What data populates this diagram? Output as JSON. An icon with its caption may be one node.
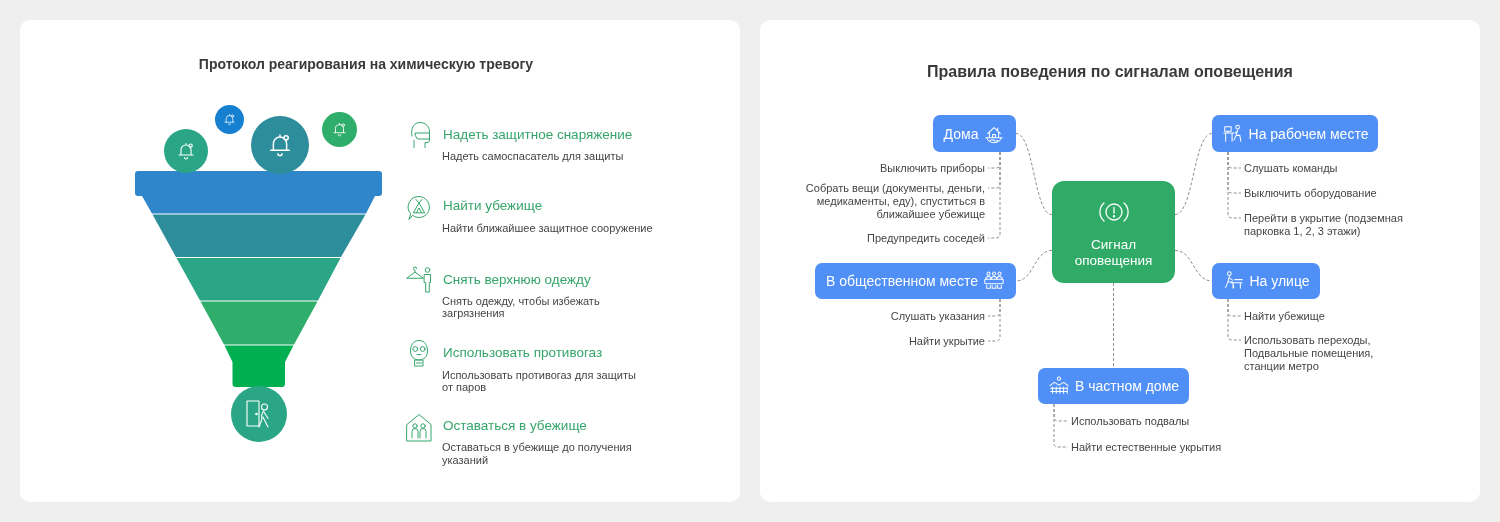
{
  "diagram": {
    "nodes": [
      {
        "text": [
          "Протокол реагирования на химическую тревогу"
        ]
      },
      {
        "text": [
          "Правила поведения по сигналам оповещения"
        ]
      },
      {
        "text": [
          "Сигнал оповещения"
        ],
        "in": 1
      },
      {
        "text": [
          "Дома"
        ],
        "in": 1
      },
      {
        "text": [
          "Выключить приборы"
        ],
        "in": 1
      },
      {
        "text": [
          "Собрать вещи (документы, деньги, медикаменты, еду), спуститься в ближайшее убежище"
        ],
        "in": 1
      },
      {
        "text": [
          "Предупредить соседей"
        ],
        "in": 1
      },
      {
        "text": [
          "В общественном месте"
        ],
        "in": 1
      },
      {
        "text": [
          "Слушать указания"
        ],
        "in": 1
      },
      {
        "text": [
          "Найти укрытие"
        ],
        "in": 1
      },
      {
        "text": [
          "На рабочем месте"
        ],
        "in": 1
      },
      {
        "text": [
          "Слушать команды"
        ],
        "in": 1
      },
      {
        "text": [
          "Выключить оборудование"
        ],
        "in": 1
      },
      {
        "text": [
          "Перейти в укрытие (подземная парковка 1, 2, 3 этажи)"
        ],
        "in": 1
      },
      {
        "text": [
          "На улице"
        ],
        "in": 1
      },
      {
        "text": [
          "Найти убежище"
        ],
        "in": 1
      },
      {
        "text": [
          "Использовать переходы, Подвальные помещения, станции метро"
        ],
        "in": 1
      },
      {
        "text": [
          "В частном доме"
        ],
        "in": 1
      },
      {
        "text": [
          "Использовать подвалы"
        ],
        "in": 1
      },
      {
        "text": [
          "Найти естественные укрытия"
        ],
        "in": 1
      }
    ],
    "edges": [
      {
        "from": 2,
        "to": 3,
        "arrow": "none",
        "style": "dashed"
      },
      {
        "from": 2,
        "to": 7,
        "arrow": "none",
        "style": "dashed"
      },
      {
        "from": 2,
        "to": 10,
        "arrow": "none",
        "style": "dashed"
      },
      {
        "from": 2,
        "to": 14,
        "arrow": "none",
        "style": "dashed"
      },
      {
        "from": 2,
        "to": 17,
        "arrow": "none",
        "style": "dashed"
      },
      {
        "from": 3,
        "to": 4,
        "arrow": "none",
        "style": "dashed"
      },
      {
        "from": 3,
        "to": 5,
        "arrow": "none",
        "style": "dashed"
      },
      {
        "from": 3,
        "to": 6,
        "arrow": "none",
        "style": "dashed"
      },
      {
        "from": 7,
        "to": 8,
        "arrow": "none",
        "style": "dashed"
      },
      {
        "from": 7,
        "to": 9,
        "arrow": "none",
        "style": "dashed"
      },
      {
        "from": 10,
        "to": 11,
        "arrow": "none",
        "style": "dashed"
      },
      {
        "from": 10,
        "to": 12,
        "arrow": "none",
        "style": "dashed"
      },
      {
        "from": 10,
        "to": 13,
        "arrow": "none",
        "style": "dashed"
      },
      {
        "from": 14,
        "to": 15,
        "arrow": "none",
        "style": "dashed"
      },
      {
        "from": 14,
        "to": 16,
        "arrow": "none",
        "style": "dashed"
      },
      {
        "from": 17,
        "to": 18,
        "arrow": "none",
        "style": "dashed"
      },
      {
        "from": 17,
        "to": 19,
        "arrow": "none",
        "style": "dashed"
      }
    ],
    "labels": [
      "Надеть защитное снаряжение",
      "Надеть самоспасатель для защиты",
      "Найти убежище",
      "Найти ближайшее защитное сооружение",
      "Снять верхнюю одежду",
      "Снять одежду, чтобы избежать загрязнения",
      "Использовать противогаз",
      "Использовать противогаз для защиты от паров",
      "Оставаться в убежище",
      "Оставаться в убежище до получения указаний"
    ]
  }
}
